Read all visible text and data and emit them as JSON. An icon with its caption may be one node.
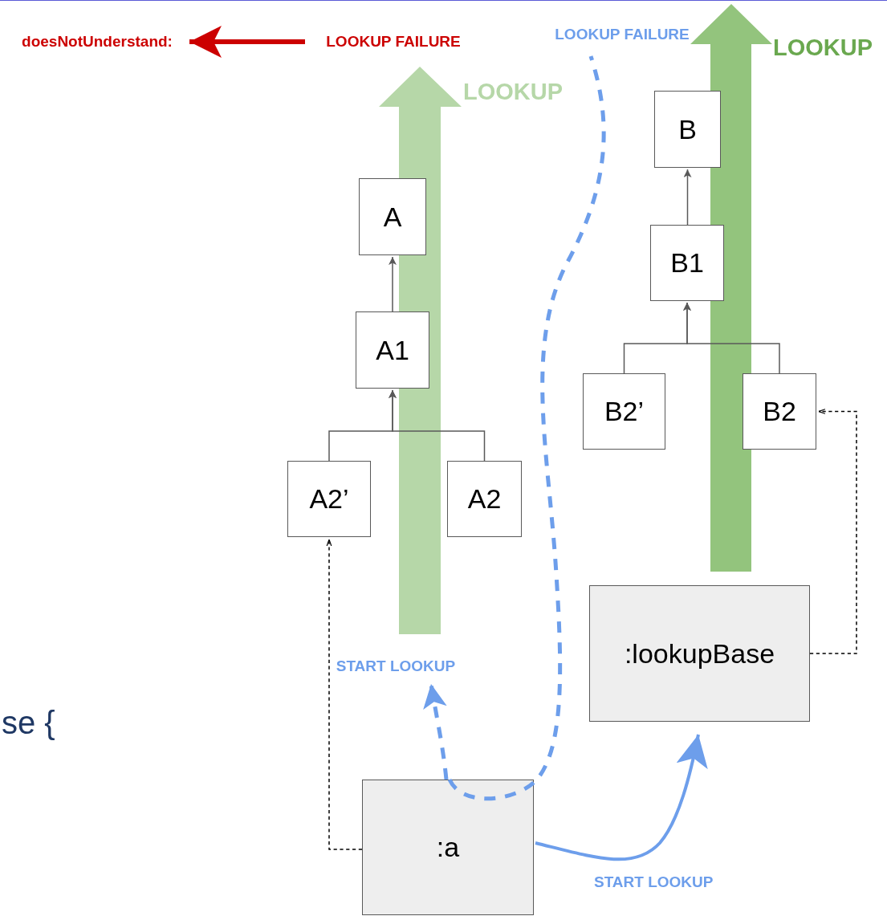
{
  "diagram": {
    "nodes": [
      {
        "text": [
          "A"
        ]
      },
      {
        "text": [
          "A1"
        ]
      },
      {
        "text": [
          "A2’"
        ]
      },
      {
        "text": [
          "A2"
        ]
      },
      {
        "text": [
          "B"
        ]
      },
      {
        "text": [
          "B1"
        ]
      },
      {
        "text": [
          "B2’"
        ]
      },
      {
        "text": [
          "B2"
        ]
      },
      {
        "text": [
          ":lookupBase"
        ]
      },
      {
        "text": [
          ":a"
        ]
      },
      {
        "text": [
          "doesNotUnderstand:"
        ]
      },
      {
        "text": [
          "LOOKUP FAILURE"
        ]
      },
      {
        "text": [
          "LOOKUP FAILURE"
        ]
      },
      {
        "text": [
          "START LOOKUP"
        ]
      }
    ],
    "edges": [
      {
        "from": 1,
        "to": 0,
        "arrow": "to"
      },
      {
        "from": 2,
        "to": 1,
        "arrow": "to"
      },
      {
        "from": 3,
        "to": 1,
        "arrow": "to"
      },
      {
        "from": 5,
        "to": 4,
        "arrow": "to"
      },
      {
        "from": 6,
        "to": 5,
        "arrow": "to"
      },
      {
        "from": 7,
        "to": 5,
        "arrow": "to"
      },
      {
        "from": 9,
        "to": 2,
        "arrow": "to",
        "style": "dashed",
        "color": "#000000"
      },
      {
        "from": 8,
        "to": 7,
        "arrow": "to",
        "style": "dashed",
        "color": "#000000"
      },
      {
        "from": 9,
        "to": 13,
        "arrow": "to",
        "style": "dashed",
        "color": "#6d9eeb"
      },
      {
        "from": 9,
        "to": 12,
        "arrow": "none",
        "style": "dashed",
        "color": "#6d9eeb"
      },
      {
        "from": 9,
        "to": 8,
        "arrow": "to",
        "label": "START LOOKUP",
        "style": "thick",
        "color": "#6d9eeb"
      },
      {
        "from": 11,
        "to": 10,
        "arrow": "to",
        "style": "thick",
        "color": "#cc0000"
      }
    ],
    "labels": [
      "LOOKUP",
      "LOOKUP",
      "se {"
    ]
  }
}
